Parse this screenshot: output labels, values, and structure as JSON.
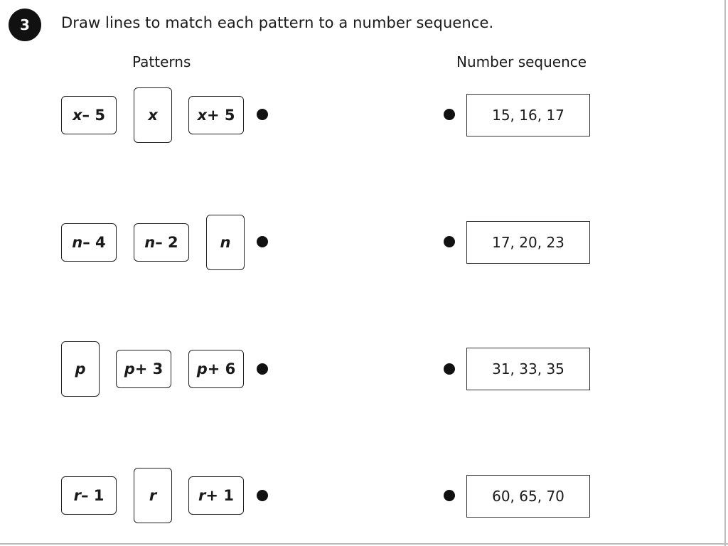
{
  "question_number": "3",
  "instruction": "Draw lines to match each pattern to a number sequence.",
  "headings": {
    "patterns": "Patterns",
    "sequences": "Number sequence"
  },
  "rows": [
    {
      "cards": [
        {
          "var": "x",
          "op": " – 5"
        },
        {
          "var": "x",
          "op": ""
        },
        {
          "var": "x",
          "op": " + 5"
        }
      ],
      "sequence": "15, 16, 17"
    },
    {
      "cards": [
        {
          "var": "n",
          "op": " – 4"
        },
        {
          "var": "n",
          "op": " – 2"
        },
        {
          "var": "n",
          "op": ""
        }
      ],
      "sequence": "17, 20, 23"
    },
    {
      "cards": [
        {
          "var": "p",
          "op": ""
        },
        {
          "var": "p",
          "op": " + 3"
        },
        {
          "var": "p",
          "op": " + 6"
        }
      ],
      "sequence": "31, 33, 35"
    },
    {
      "cards": [
        {
          "var": "r",
          "op": " – 1"
        },
        {
          "var": "r",
          "op": ""
        },
        {
          "var": "r",
          "op": " + 1"
        }
      ],
      "sequence": "60, 65, 70"
    }
  ]
}
